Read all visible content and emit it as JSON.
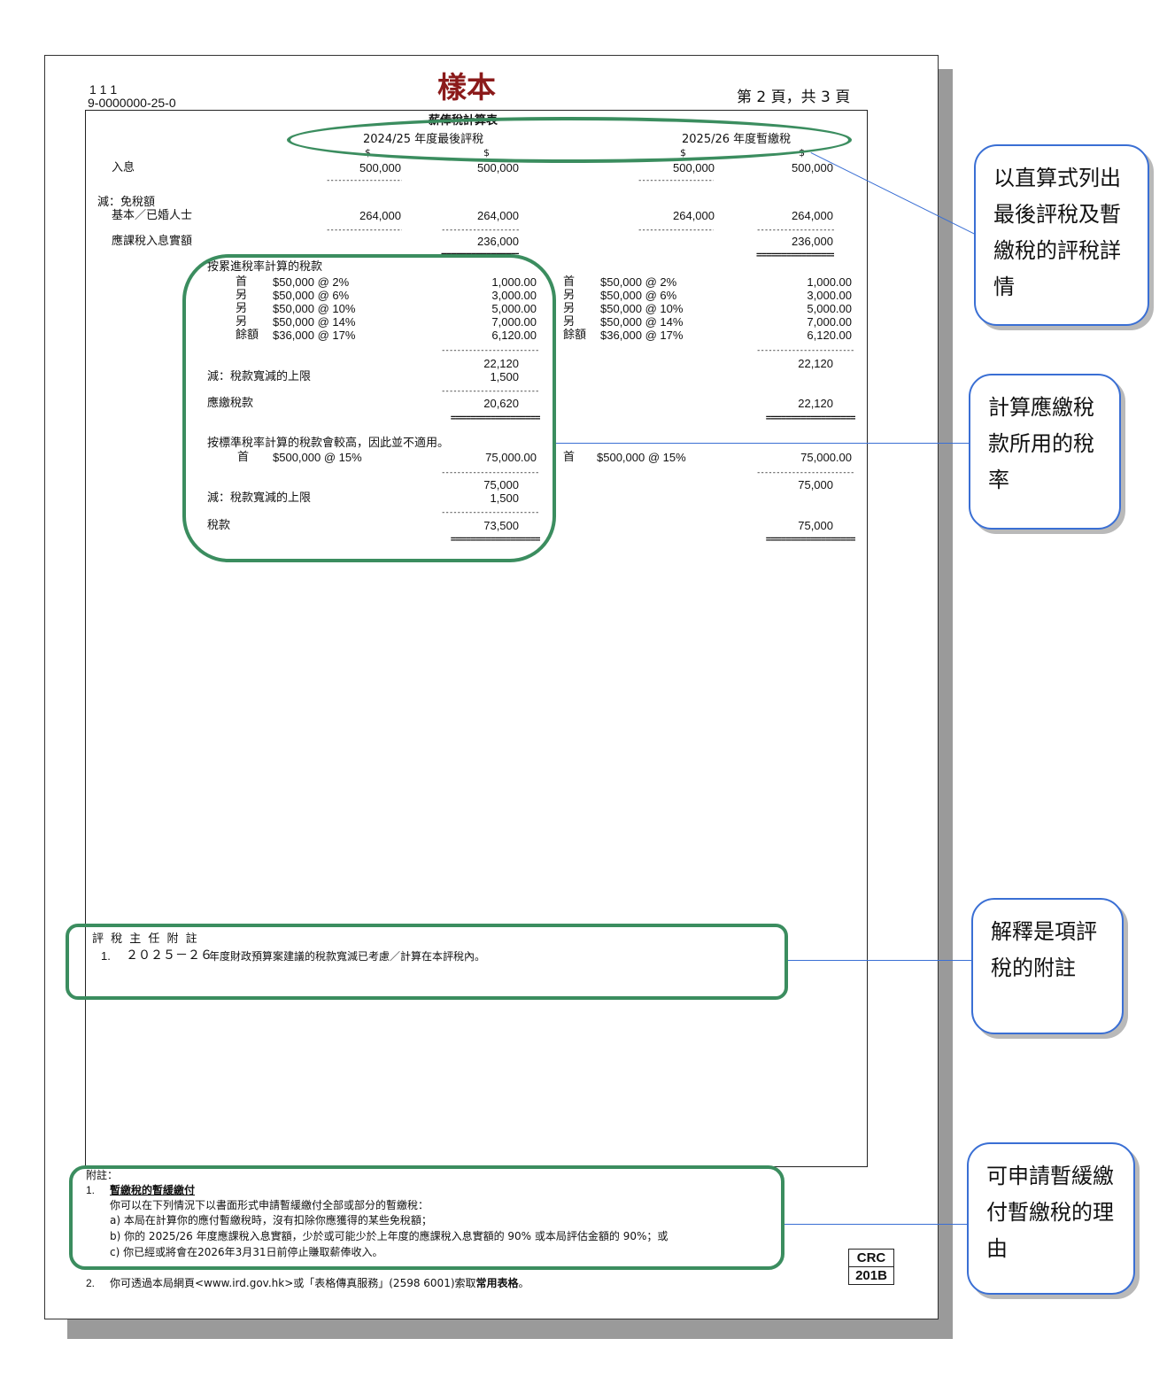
{
  "header": {
    "code1": "1 1 1",
    "code2": "9-0000000-25-0",
    "sample": "樣本",
    "page": "第 2 頁，共 3 頁"
  },
  "table": {
    "title": "薪俸稅計算表",
    "col_final": "2024/25 年度最後評稅",
    "col_prov": "2025/26 年度暫繳稅",
    "dollar": "$",
    "income_label": "入息",
    "income_vals": [
      "500,000",
      "500,000",
      "500,000",
      "500,000"
    ],
    "less_allow": "減：免稅額",
    "basic_married": "基本／已婚人士",
    "allow_vals": [
      "264,000",
      "264,000",
      "264,000",
      "264,000"
    ],
    "net_chargeable": "應課稅入息實額",
    "net_vals": [
      "236,000",
      "236,000"
    ],
    "progressive_heading": "按累進稅率計算的稅款",
    "bands": [
      {
        "lead": "首",
        "rate": "$50,000 @ 2%",
        "amt": "1,000.00",
        "lead2": "首",
        "rate2": "$50,000 @ 2%",
        "amt2": "1,000.00"
      },
      {
        "lead": "另",
        "rate": "$50,000 @ 6%",
        "amt": "3,000.00",
        "lead2": "另",
        "rate2": "$50,000 @ 6%",
        "amt2": "3,000.00"
      },
      {
        "lead": "另",
        "rate": "$50,000 @ 10%",
        "amt": "5,000.00",
        "lead2": "另",
        "rate2": "$50,000 @ 10%",
        "amt2": "5,000.00"
      },
      {
        "lead": "另",
        "rate": "$50,000 @ 14%",
        "amt": "7,000.00",
        "lead2": "另",
        "rate2": "$50,000 @ 14%",
        "amt2": "7,000.00"
      },
      {
        "lead": "餘額",
        "rate": "$36,000 @ 17%",
        "amt": "6,120.00",
        "lead2": "餘額",
        "rate2": "$36,000 @ 17%",
        "amt2": "6,120.00"
      }
    ],
    "prog_total": "22,120",
    "prog_total2": "22,120",
    "less_reduction": "減：稅款寬減的上限",
    "reduction": "1,500",
    "tax_payable": "應繳稅款",
    "tax_payable_val": "20,620",
    "tax_payable_val2": "22,120",
    "standard_note": "按標準稅率計算的稅款會較高，因此並不適用。",
    "std_lead": "首",
    "std_rate": "$500,000 @ 15%",
    "std_amt": "75,000.00",
    "std_lead2": "首",
    "std_rate2": "$500,000 @ 15%",
    "std_amt2": "75,000.00",
    "std_sub": "75,000",
    "std_sub2": "75,000",
    "less_reduction2": "減：稅款寬減的上限",
    "reduction2": "1,500",
    "tax_label": "稅款",
    "tax_val": "73,500",
    "tax_val2": "75,000"
  },
  "remarks": {
    "title": "評 稅 主 任 附 註",
    "item_no": "1.",
    "item_year": "２０２５－２６",
    "item_text": "年度財政預算案建議的稅款寬減已考慮／計算在本評稅內。"
  },
  "notes": {
    "title": "附註：",
    "n1_no": "1.",
    "n1_title": "暫繳稅的暫緩繳付",
    "n1_intro": "你可以在下列情況下以書面形式申請暫緩繳付全部或部分的暫繳稅：",
    "n1_a": "a)  本局在計算你的應付暫繳稅時，沒有扣除你應獲得的某些免稅額；",
    "n1_b": "b)  你的 2025/26 年度應課稅入息實額，少於或可能少於上年度的應課稅入息實額的 90% 或本局評估金額的 90%；或",
    "n1_c": "c)  你已經或將會在2026年3月31日前停止賺取薪俸收入。",
    "n2_no": "2.",
    "n2_text": "你可透過本局網頁<www.ird.gov.hk>或「表格傳真服務」(2598 6001)索取",
    "n2_bold": "常用表格",
    "n2_end": "。"
  },
  "stamp": {
    "line1": "CRC",
    "line2": "201B"
  },
  "callouts": {
    "c1": "以直算式列出最後評稅及暫繳稅的評稅詳情",
    "c2": "計算應繳稅款所用的稅率",
    "c3": "解釋是項評稅的附註",
    "c4": "可申請暫緩繳付暫繳稅的理由"
  },
  "colors": {
    "highlight_green": "#3b8d5f",
    "callout_blue": "#3a6fd4",
    "sample_red": "#8b1a1a"
  }
}
